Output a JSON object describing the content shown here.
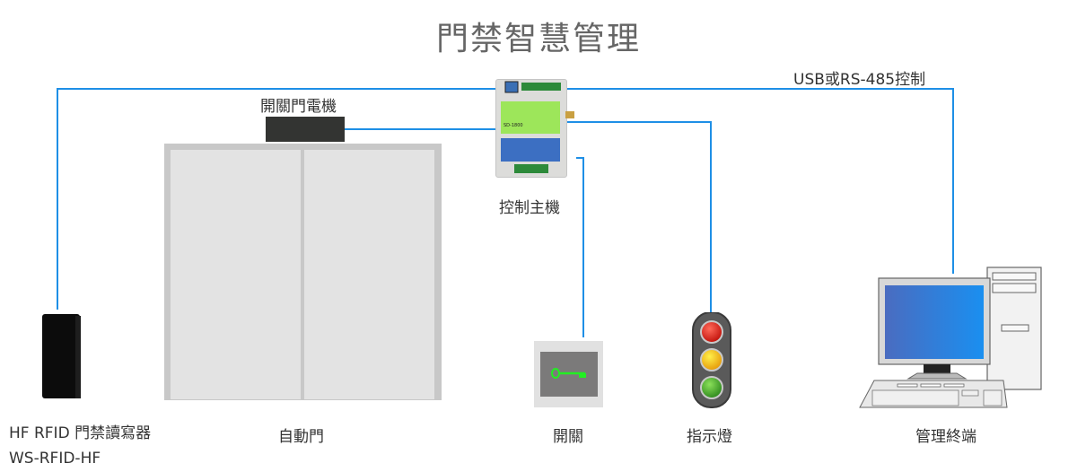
{
  "title": "門禁智慧管理",
  "connection_label": "USB或RS-485控制",
  "colors": {
    "line": "#1e8fe6",
    "title": "#666666",
    "text": "#333333"
  },
  "nodes": {
    "motor": {
      "label": "開關門電機"
    },
    "controller": {
      "label": "控制主機",
      "model": "SD-1800"
    },
    "door": {
      "label": "自動門"
    },
    "reader": {
      "label": "HF RFID 門禁讀寫器",
      "model": "WS-RFID-HF"
    },
    "switch": {
      "label": "開關",
      "icon": "key-icon"
    },
    "indicator": {
      "label": "指示燈",
      "icon": "traffic-light-icon"
    },
    "terminal": {
      "label": "管理終端",
      "icon": "desktop-computer-icon"
    }
  }
}
